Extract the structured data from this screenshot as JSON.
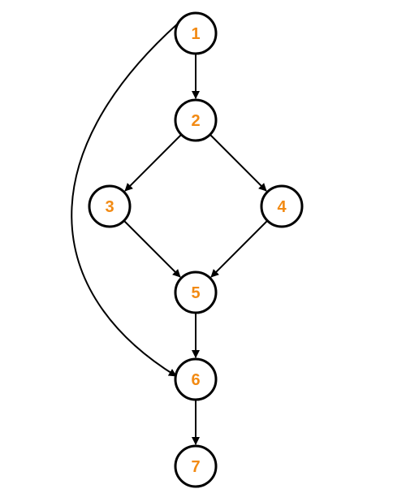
{
  "diagram": {
    "label_color": "#f28a13",
    "line_color": "#000000",
    "node_fill": "#ffffff",
    "nodes": [
      {
        "id": "1",
        "label": "1"
      },
      {
        "id": "2",
        "label": "2"
      },
      {
        "id": "3",
        "label": "3"
      },
      {
        "id": "4",
        "label": "4"
      },
      {
        "id": "5",
        "label": "5"
      },
      {
        "id": "6",
        "label": "6"
      },
      {
        "id": "7",
        "label": "7"
      }
    ],
    "edges": [
      {
        "from": "1",
        "to": "2"
      },
      {
        "from": "2",
        "to": "3"
      },
      {
        "from": "2",
        "to": "4"
      },
      {
        "from": "3",
        "to": "5"
      },
      {
        "from": "4",
        "to": "5"
      },
      {
        "from": "5",
        "to": "6"
      },
      {
        "from": "6",
        "to": "7"
      },
      {
        "from": "1",
        "to": "6",
        "curved": true
      }
    ]
  }
}
